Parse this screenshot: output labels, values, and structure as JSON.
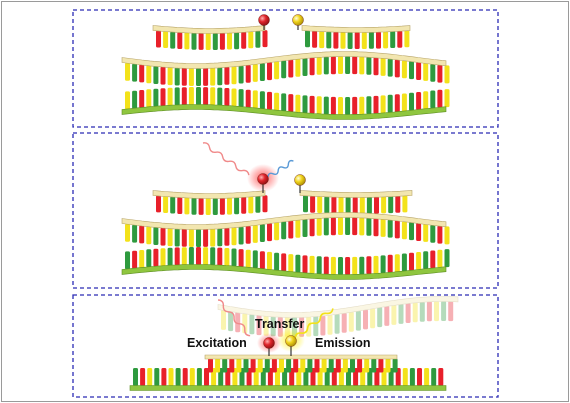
{
  "colors": {
    "frame": "#9a9a9a",
    "panel_border": "#2b2bb5",
    "backbone": "#f2e6b0",
    "backbone_stroke": "#b7a468",
    "green_backbone": "#8fc63f",
    "bases": [
      "#e8202a",
      "#2e9a3e",
      "#1a2f9a",
      "#f3e21a"
    ],
    "donor_dye": "#e0252b",
    "acceptor_dye": "#f1d41c",
    "excitation_wave": "#f08a8a",
    "donor_emission_wave": "#5a9ad6",
    "acceptor_emission_wave": "#f3e21a"
  },
  "icons": [
    "donor-dye-icon",
    "acceptor-dye-icon",
    "excitation-wave-icon",
    "emission-wave-icon"
  ],
  "panels": [
    {
      "id": "probes-separate"
    },
    {
      "id": "probes-hybridizing"
    },
    {
      "id": "fret-signal"
    }
  ],
  "labels": {
    "excitation": "Excitation",
    "transfer": "Transfer",
    "emission": "Emission"
  }
}
